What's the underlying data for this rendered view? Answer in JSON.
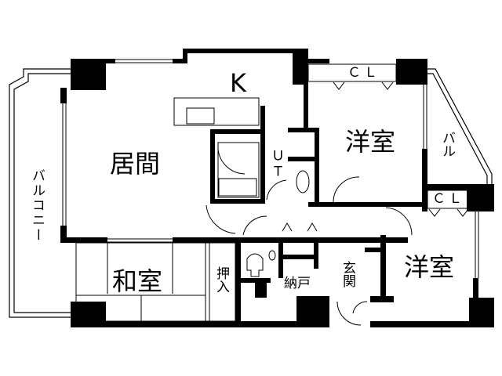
{
  "floor_plan": {
    "rooms": {
      "kitchen": "K",
      "living": "居間",
      "western_room_upper": "洋室",
      "western_room_lower": "洋室",
      "japanese_room": "和室",
      "closet_oshiire": "押入",
      "storage_nando": "納戸",
      "entrance": "玄関",
      "utility": "ＵＴ",
      "closet_upper": "ＣＬ",
      "closet_lower": "ＣＬ",
      "balcony_right": "バル",
      "balcony_left": "バルコニー"
    },
    "colors": {
      "wall": "#000000",
      "background": "#ffffff"
    }
  }
}
